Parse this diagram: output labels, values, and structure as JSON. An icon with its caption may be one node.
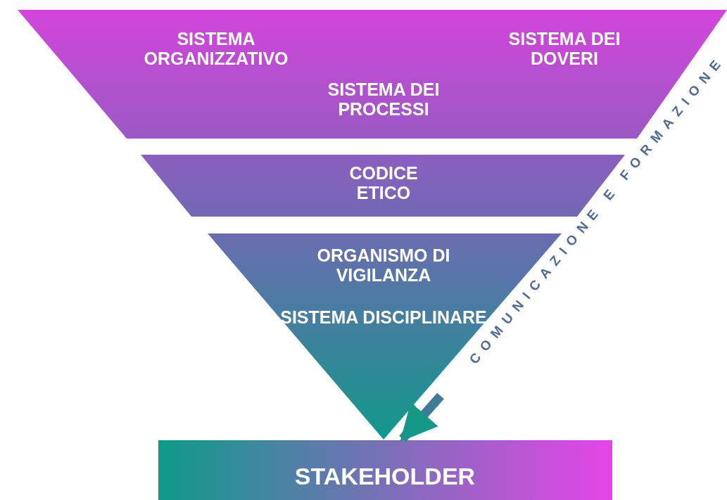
{
  "diagram": {
    "nodes": [
      {
        "text": [
          "SISTEMA ORGANIZZATIVO",
          "SISTEMA DEI DOVERI",
          "SISTEMA DEI PROCESSI"
        ]
      },
      {
        "text": [
          "CODICE ETICO"
        ]
      },
      {
        "text": [
          "ORGANISMO DI VIGILANZA",
          "SISTEMA DISCIPLINARE"
        ]
      },
      {
        "text": [
          "STAKEHOLDER"
        ]
      }
    ],
    "edges": [
      {
        "from": null,
        "to": 3,
        "arrow": "to",
        "label": "COMUNICAZIONE E FORMAZIONE"
      }
    ]
  }
}
